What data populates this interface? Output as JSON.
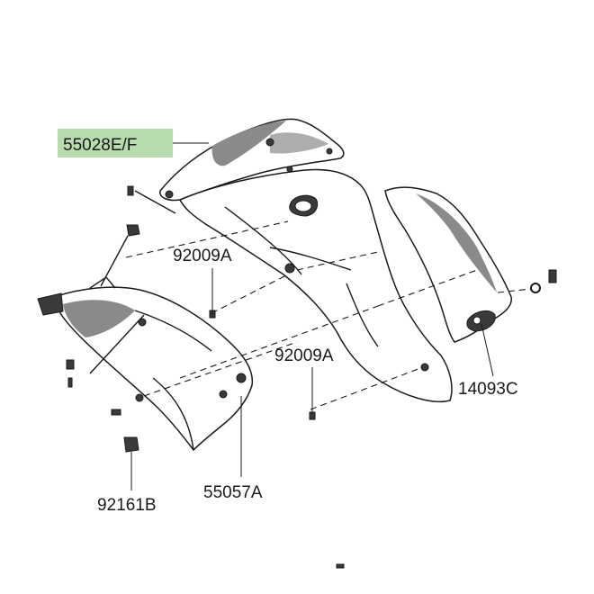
{
  "diagram": {
    "highlight_color": "#b8dcae",
    "labels": {
      "cowl_upper": "55028E/F",
      "bolt_upper_left": "92009A",
      "bolt_lower_right": "92009A",
      "grommet": "14093C",
      "nut": "92161B",
      "cowl_lower": "55057A"
    }
  }
}
